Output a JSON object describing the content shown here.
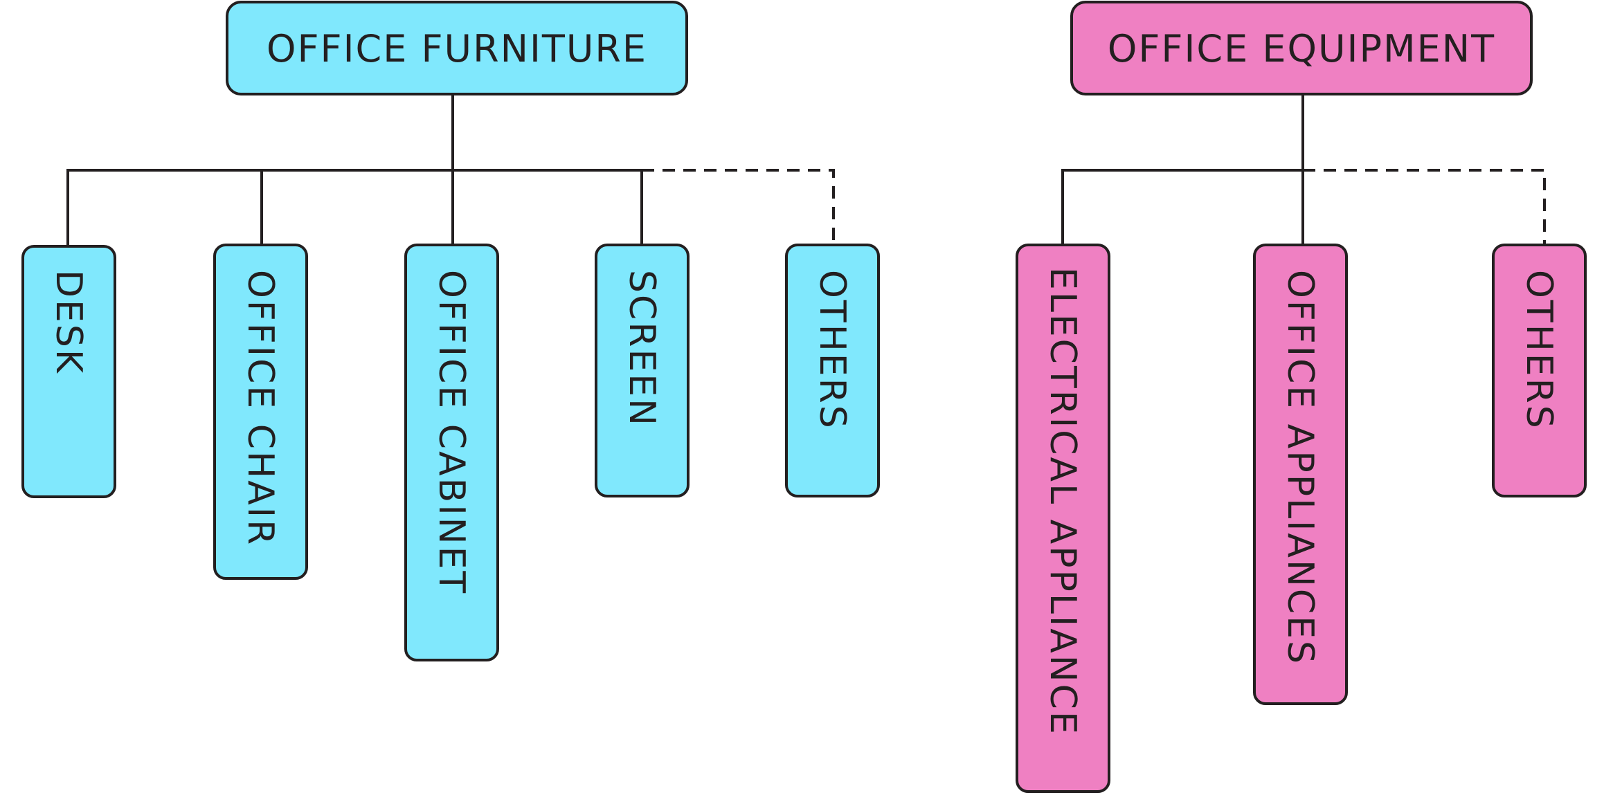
{
  "diagram": {
    "groups": [
      {
        "title": "OFFICE FURNITURE",
        "color": "#80e8fd",
        "items": [
          "DESK",
          "OFFICE CHAIR",
          "OFFICE CABINET",
          "SCREEN",
          "OTHERS"
        ]
      },
      {
        "title": "OFFICE EQUIPMENT",
        "color": "#ef80c2",
        "items": [
          "ELECTRICAL APPLIANCE",
          "OFFICE APPLIANCES",
          "OTHERS"
        ]
      }
    ],
    "line_color": "#231f20"
  }
}
